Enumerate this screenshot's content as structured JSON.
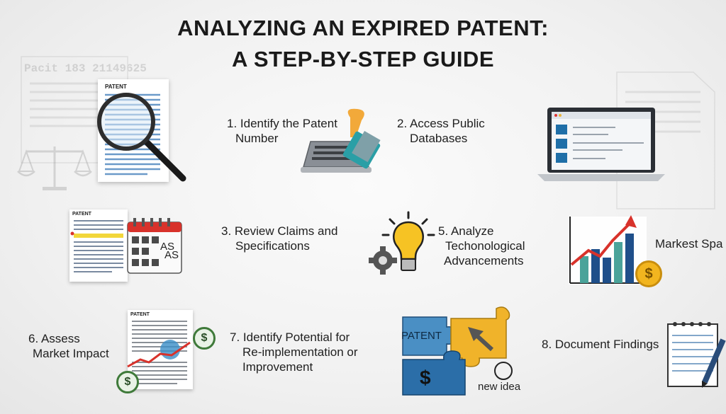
{
  "title": {
    "line1": "ANALYZING AN EXPIRED PATENT:",
    "line2": "A STEP-BY-STEP GUIDE"
  },
  "background": {
    "doc_header": "Pacit 183 21149625"
  },
  "steps": [
    {
      "line1": "1. Identify the Patent",
      "line2": "Number"
    },
    {
      "line1": "2. Access Public",
      "line2": "Databases"
    },
    {
      "line1": "3. Review Claims and",
      "line2": "Specifications"
    },
    {
      "line1": "5. Analyze",
      "line2": "Techonological",
      "line3": "Advancements"
    },
    {
      "line1": "Markest Spa"
    },
    {
      "line1": "6. Assess",
      "line2": "Market Impact"
    },
    {
      "line1": "7. Identify Potential for",
      "line2": "Re-implementation or",
      "line3": "Improvement"
    },
    {
      "line1": "8. Document Findings"
    }
  ],
  "icons": {
    "patent_doc_label": "PATENT",
    "patent_doc2_label": "PATENT",
    "patent_doc3_label": "PATENT",
    "calendar_text1": "AS",
    "calendar_text2": "AS",
    "puzzle_label": "PATENT",
    "puzzle_dollar": "$",
    "new_idea": "new idea",
    "coin": "$",
    "coin2": "$",
    "coin3": "$"
  },
  "colors": {
    "title": "#1a1a1a",
    "accent_blue": "#1f6fa8",
    "accent_yellow": "#f2b51f",
    "accent_red": "#d8322b",
    "accent_teal": "#4aa39a"
  }
}
